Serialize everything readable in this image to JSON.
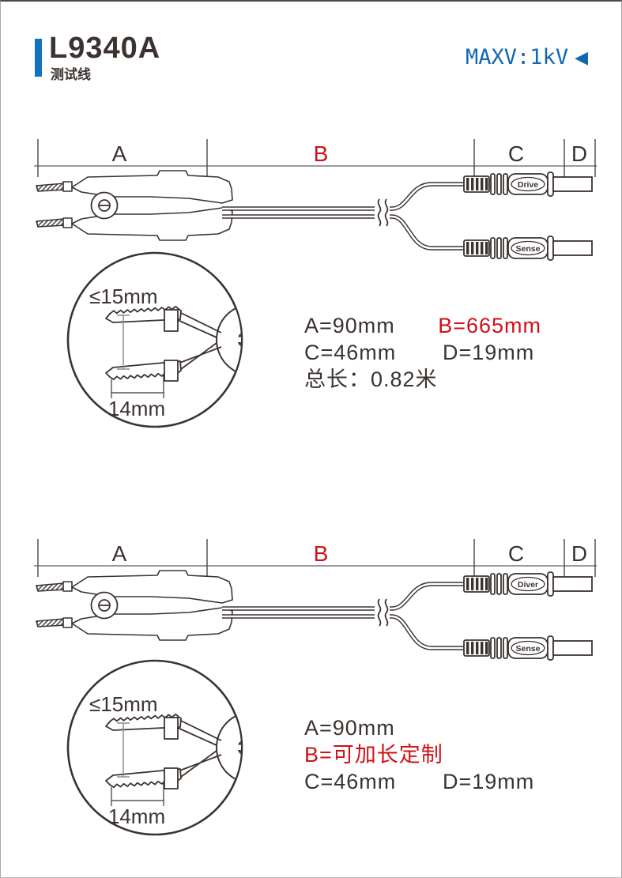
{
  "header": {
    "model": "L9340A",
    "category": "测试线",
    "max_voltage": "MAXV:1kV",
    "arrow_icon": "◀"
  },
  "colors": {
    "accent_blue": "#1273bd",
    "blue_text": "#1167b1",
    "red": "#d01118",
    "ink": "#3b3330"
  },
  "diagram_top": {
    "ruler": {
      "a": "A",
      "b": "B",
      "c": "C",
      "d": "D"
    },
    "connector_top_label": "Drive",
    "connector_bottom_label": "Sense",
    "detail": {
      "opening": "≤15mm",
      "jaw_length": "14mm"
    },
    "specs": {
      "a": "A=90mm",
      "b": "B=665mm",
      "c": "C=46mm",
      "d": "D=19mm",
      "total": "总长：0.82米"
    }
  },
  "diagram_bottom": {
    "ruler": {
      "a": "A",
      "b": "B",
      "c": "C",
      "d": "D"
    },
    "connector_top_label": "Diver",
    "connector_bottom_label": "Sense",
    "detail": {
      "opening": "≤15mm",
      "jaw_length": "14mm"
    },
    "specs": {
      "a": "A=90mm",
      "b": "B=可加长定制",
      "c": "C=46mm",
      "d": "D=19mm"
    }
  }
}
